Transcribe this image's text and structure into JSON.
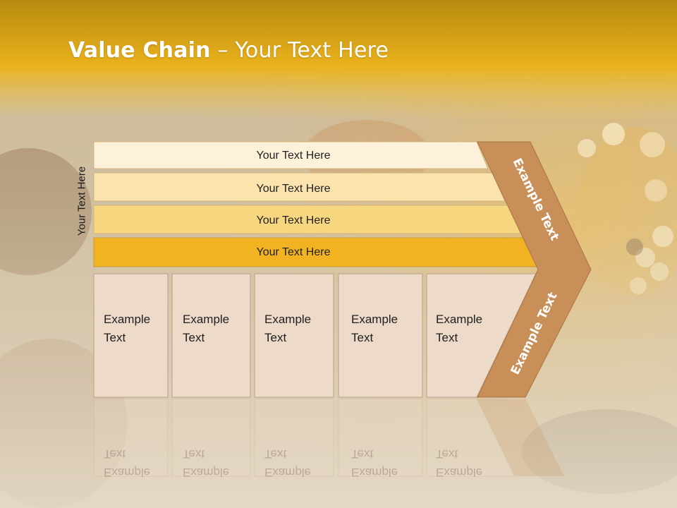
{
  "slide": {
    "title_bold": "Value Chain",
    "title_rest": " – Your Text Here",
    "side_label": "Your Text Here",
    "rows": [
      {
        "label": "Your Text Here",
        "color": "#fdf1da"
      },
      {
        "label": "Your Text Here",
        "color": "#fbe3ad"
      },
      {
        "label": "Your Text Here",
        "color": "#f7d680"
      },
      {
        "label": "Your Text Here",
        "color": "#f2b323"
      }
    ],
    "columns": [
      {
        "line1": "Example",
        "line2": "Text"
      },
      {
        "line1": "Example",
        "line2": "Text"
      },
      {
        "line1": "Example",
        "line2": "Text"
      },
      {
        "line1": "Example",
        "line2": "Text"
      },
      {
        "line1": "Example",
        "line2": "Text"
      }
    ],
    "arrow_upper": "Example Text",
    "arrow_lower": "Example Text",
    "colors": {
      "header": "#e8a814",
      "column_fill": "#eddac8",
      "arrow_fill": "#c98f58"
    }
  }
}
